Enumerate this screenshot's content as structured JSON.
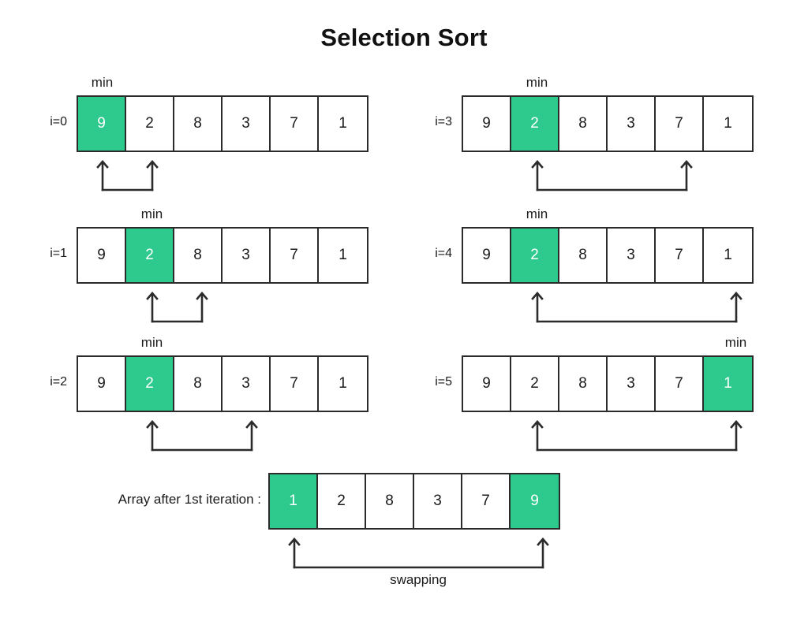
{
  "title": "Selection Sort",
  "colors": {
    "highlight_green": "#2ec98c",
    "border": "#2b2b2b",
    "text": "#1a1a1a",
    "background": "#ffffff"
  },
  "min_label": "min",
  "steps": [
    {
      "index_label": "i=0",
      "values": [
        "9",
        "2",
        "8",
        "3",
        "7",
        "1"
      ],
      "highlighted": [
        0
      ],
      "min_marker_index": 0,
      "arrow_indices": [
        0,
        1
      ],
      "column": "left",
      "row": 0
    },
    {
      "index_label": "i=1",
      "values": [
        "9",
        "2",
        "8",
        "3",
        "7",
        "1"
      ],
      "highlighted": [
        1
      ],
      "min_marker_index": 1,
      "arrow_indices": [
        1,
        2
      ],
      "column": "left",
      "row": 1
    },
    {
      "index_label": "i=2",
      "values": [
        "9",
        "2",
        "8",
        "3",
        "7",
        "1"
      ],
      "highlighted": [
        1
      ],
      "min_marker_index": 1,
      "arrow_indices": [
        1,
        3
      ],
      "column": "left",
      "row": 2
    },
    {
      "index_label": "i=3",
      "values": [
        "9",
        "2",
        "8",
        "3",
        "7",
        "1"
      ],
      "highlighted": [
        1
      ],
      "min_marker_index": 1,
      "arrow_indices": [
        1,
        4
      ],
      "column": "right",
      "row": 0
    },
    {
      "index_label": "i=4",
      "values": [
        "9",
        "2",
        "8",
        "3",
        "7",
        "1"
      ],
      "highlighted": [
        1
      ],
      "min_marker_index": 1,
      "arrow_indices": [
        1,
        5
      ],
      "column": "right",
      "row": 1
    },
    {
      "index_label": "i=5",
      "values": [
        "9",
        "2",
        "8",
        "3",
        "7",
        "1"
      ],
      "highlighted": [
        5
      ],
      "min_marker_index": 5,
      "arrow_indices": [
        1,
        5
      ],
      "column": "right",
      "row": 2
    }
  ],
  "result": {
    "caption": "Array after 1st iteration :",
    "values": [
      "1",
      "2",
      "8",
      "3",
      "7",
      "9"
    ],
    "highlighted": [
      0,
      5
    ],
    "arrow_indices": [
      0,
      5
    ],
    "swap_label": "swapping"
  }
}
